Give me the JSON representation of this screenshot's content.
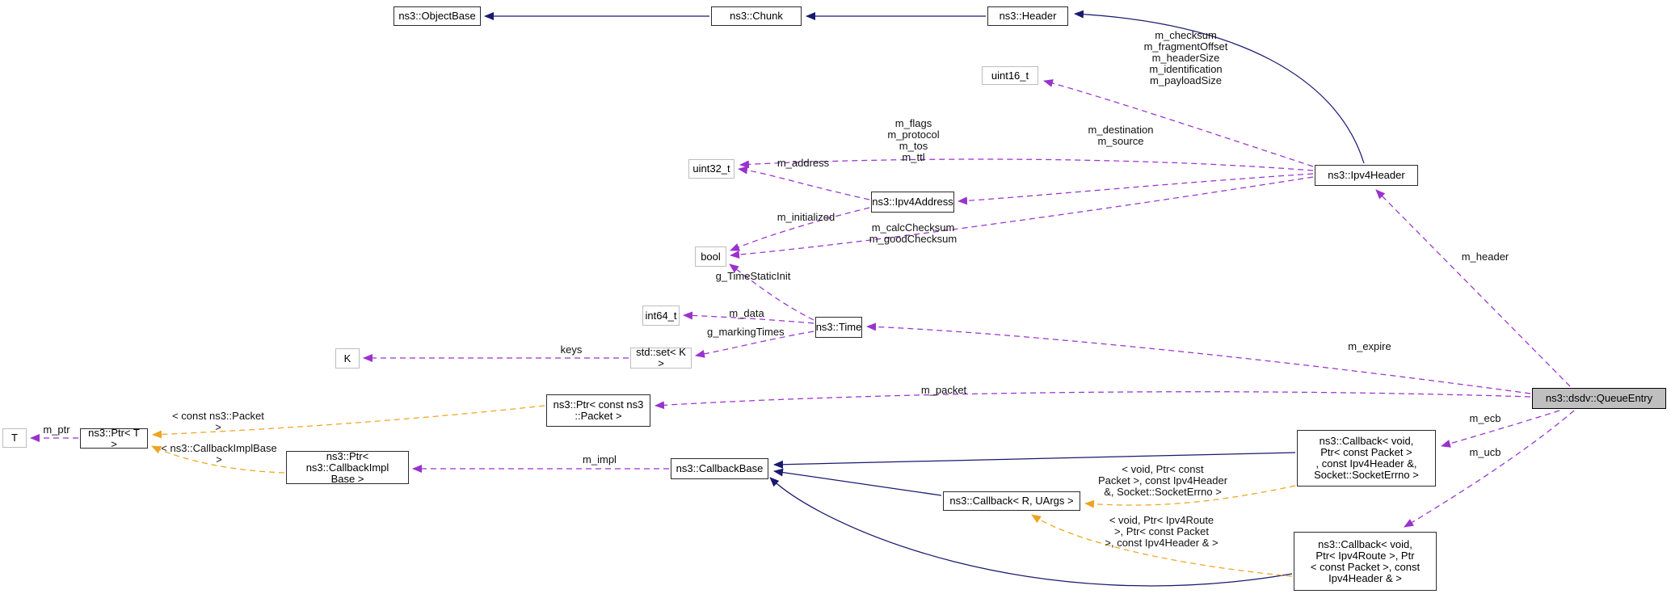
{
  "diagram": {
    "kind": "doxygen-collaboration-graph",
    "focus_class": "ns3::dsdv::QueueEntry",
    "colors": {
      "inheritance_edge": "#191970",
      "usage_edge": "#9a32cd",
      "template_edge": "#eda520",
      "node_border": "#2b2b2b",
      "external_node_border": "#bdbdbd",
      "current_node_fill": "#bfbfbf",
      "background": "#ffffff"
    },
    "nodes": [
      {
        "id": "objectbase",
        "label": "ns3::ObjectBase",
        "type": "class"
      },
      {
        "id": "chunk",
        "label": "ns3::Chunk",
        "type": "class"
      },
      {
        "id": "header",
        "label": "ns3::Header",
        "type": "class"
      },
      {
        "id": "uint16_t",
        "label": "uint16_t",
        "type": "external"
      },
      {
        "id": "uint32_t",
        "label": "uint32_t",
        "type": "external"
      },
      {
        "id": "ipv4address",
        "label": "ns3::Ipv4Address",
        "type": "class"
      },
      {
        "id": "bool",
        "label": "bool",
        "type": "external"
      },
      {
        "id": "int64_t",
        "label": "int64_t",
        "type": "external"
      },
      {
        "id": "time",
        "label": "ns3::Time",
        "type": "class"
      },
      {
        "id": "k",
        "label": "K",
        "type": "external"
      },
      {
        "id": "std_set_k",
        "label": "std::set< K >",
        "type": "external"
      },
      {
        "id": "ptr_const_packet",
        "label": "ns3::Ptr< const ns3\n::Packet >",
        "type": "class"
      },
      {
        "id": "t",
        "label": "T",
        "type": "external"
      },
      {
        "id": "ptr_t",
        "label": "ns3::Ptr< T >",
        "type": "class"
      },
      {
        "id": "ptr_callbackimplbase",
        "label": "ns3::Ptr< ns3::CallbackImpl\nBase >",
        "type": "class"
      },
      {
        "id": "callbackbase",
        "label": "ns3::CallbackBase",
        "type": "class"
      },
      {
        "id": "callback_r_uargs",
        "label": "ns3::Callback< R, UArgs >",
        "type": "class"
      },
      {
        "id": "callback_ecb",
        "label": "ns3::Callback< void,\nPtr< const Packet >\n, const Ipv4Header &,\nSocket::SocketErrno >",
        "type": "class"
      },
      {
        "id": "callback_ucb",
        "label": "ns3::Callback< void,\nPtr< Ipv4Route >, Ptr\n< const Packet >, const\nIpv4Header & >",
        "type": "class"
      },
      {
        "id": "ipv4header",
        "label": "ns3::Ipv4Header",
        "type": "class"
      },
      {
        "id": "queueentry",
        "label": "ns3::dsdv::QueueEntry",
        "type": "current"
      }
    ],
    "edges": [
      {
        "from": "ns3::Chunk",
        "to": "ns3::ObjectBase",
        "kind": "inheritance",
        "label": ""
      },
      {
        "from": "ns3::Header",
        "to": "ns3::Chunk",
        "kind": "inheritance",
        "label": ""
      },
      {
        "from": "ns3::Ipv4Header",
        "to": "ns3::Header",
        "kind": "inheritance",
        "label": ""
      },
      {
        "from": "ns3::Callback< R, UArgs >",
        "to": "ns3::CallbackBase",
        "kind": "inheritance",
        "label": ""
      },
      {
        "from": "ns3::Callback< void, Ptr< const Packet >, const Ipv4Header &, Socket::SocketErrno >",
        "to": "ns3::CallbackBase",
        "kind": "inheritance",
        "label": ""
      },
      {
        "from": "ns3::Callback< void, Ptr< Ipv4Route >, Ptr< const Packet >, const Ipv4Header & >",
        "to": "ns3::CallbackBase",
        "kind": "inheritance",
        "label": ""
      },
      {
        "from": "ns3::Ipv4Header",
        "to": "uint16_t",
        "kind": "usage",
        "label": "m_checksum\nm_fragmentOffset\nm_headerSize\nm_identification\nm_payloadSize"
      },
      {
        "from": "ns3::Ipv4Header",
        "to": "uint32_t",
        "kind": "usage",
        "label": "m_flags\nm_protocol\nm_tos\nm_ttl"
      },
      {
        "from": "ns3::Ipv4Address",
        "to": "uint32_t",
        "kind": "usage",
        "label": "m_address"
      },
      {
        "from": "ns3::Ipv4Header",
        "to": "ns3::Ipv4Address",
        "kind": "usage",
        "label": "m_destination\nm_source"
      },
      {
        "from": "ns3::Ipv4Address",
        "to": "bool",
        "kind": "usage",
        "label": "m_initialized"
      },
      {
        "from": "ns3::Ipv4Header",
        "to": "bool",
        "kind": "usage",
        "label": "m_calcChecksum\nm_goodChecksum"
      },
      {
        "from": "ns3::Time",
        "to": "bool",
        "kind": "usage",
        "label": "g_TimeStaticInit"
      },
      {
        "from": "ns3::Time",
        "to": "int64_t",
        "kind": "usage",
        "label": "m_data"
      },
      {
        "from": "ns3::Time",
        "to": "std::set< K >",
        "kind": "usage",
        "label": "g_markingTimes"
      },
      {
        "from": "std::set< K >",
        "to": "K",
        "kind": "usage",
        "label": "keys"
      },
      {
        "from": "ns3::dsdv::QueueEntry",
        "to": "ns3::Time",
        "kind": "usage",
        "label": "m_expire"
      },
      {
        "from": "ns3::dsdv::QueueEntry",
        "to": "ns3::Ptr< const ns3::Packet >",
        "kind": "usage",
        "label": "m_packet"
      },
      {
        "from": "ns3::dsdv::QueueEntry",
        "to": "ns3::Ipv4Header",
        "kind": "usage",
        "label": "m_header"
      },
      {
        "from": "ns3::dsdv::QueueEntry",
        "to": "ns3::Callback< void, Ptr< const Packet >, const Ipv4Header &, Socket::SocketErrno >",
        "kind": "usage",
        "label": "m_ecb"
      },
      {
        "from": "ns3::dsdv::QueueEntry",
        "to": "ns3::Callback< void, Ptr< Ipv4Route >, Ptr< const Packet >, const Ipv4Header & >",
        "kind": "usage",
        "label": "m_ucb"
      },
      {
        "from": "ns3::Ptr< T >",
        "to": "T",
        "kind": "usage",
        "label": "m_ptr"
      },
      {
        "from": "ns3::CallbackBase",
        "to": "ns3::Ptr< ns3::CallbackImplBase >",
        "kind": "usage",
        "label": "m_impl"
      },
      {
        "from": "ns3::Ptr< const ns3::Packet >",
        "to": "ns3::Ptr< T >",
        "kind": "template",
        "label": "< const ns3::Packet >"
      },
      {
        "from": "ns3::Ptr< ns3::CallbackImplBase >",
        "to": "ns3::Ptr< T >",
        "kind": "template",
        "label": "< ns3::CallbackImplBase >"
      },
      {
        "from": "ns3::Callback< void, Ptr< const Packet >, const Ipv4Header &, Socket::SocketErrno >",
        "to": "ns3::Callback< R, UArgs >",
        "kind": "template",
        "label": "< void, Ptr< const\nPacket >, const Ipv4Header\n&, Socket::SocketErrno >"
      },
      {
        "from": "ns3::Callback< void, Ptr< Ipv4Route >, Ptr< const Packet >, const Ipv4Header & >",
        "to": "ns3::Callback< R, UArgs >",
        "kind": "template",
        "label": "< void, Ptr< Ipv4Route\n>, Ptr< const Packet\n>, const Ipv4Header & >"
      }
    ]
  }
}
